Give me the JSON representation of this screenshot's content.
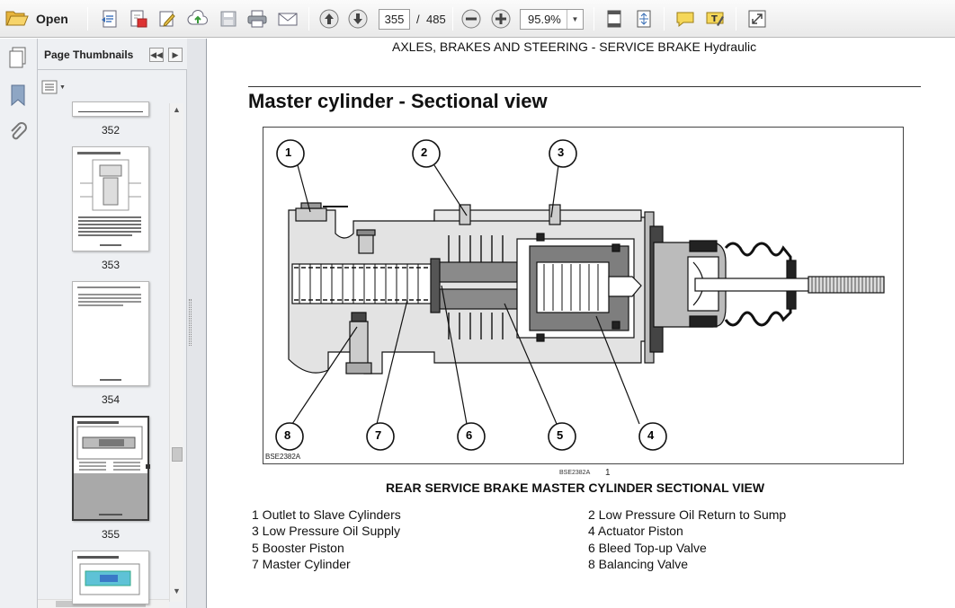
{
  "toolbar": {
    "open_label": "Open",
    "page_current": "355",
    "page_sep": "/",
    "page_total": "485",
    "zoom": "95.9%",
    "icons": [
      "folder-open-icon",
      "create-pdf-icon",
      "export-icon",
      "sign-icon",
      "upload-icon",
      "save-icon",
      "print-icon",
      "email-icon",
      "previous-page-icon",
      "next-page-icon",
      "zoom-out-icon",
      "zoom-in-icon",
      "fit-page-icon",
      "scroll-mode-icon",
      "comment-icon",
      "highlight-icon",
      "fullscreen-icon"
    ]
  },
  "panel": {
    "title": "Page Thumbnails",
    "thumbnails": [
      {
        "label": "352"
      },
      {
        "label": "353"
      },
      {
        "label": "354"
      },
      {
        "label": "355",
        "selected": true
      }
    ]
  },
  "document": {
    "header": "AXLES, BRAKES AND STEERING - SERVICE BRAKE Hydraulic",
    "title": "Master cylinder - Sectional view",
    "figure_code": "BSE2382A",
    "figure_code_small": "BSE2382A",
    "figure_number": "1",
    "callouts": [
      "1",
      "2",
      "3",
      "4",
      "5",
      "6",
      "7",
      "8"
    ],
    "caption": "REAR SERVICE BRAKE MASTER CYLINDER SECTIONAL VIEW",
    "legend": [
      "1 Outlet to Slave Cylinders",
      "2 Low Pressure Oil Return to Sump",
      "3 Low Pressure Oil Supply",
      "4 Actuator Piston",
      "5 Booster Piston",
      "6 Bleed Top-up Valve",
      "7 Master Cylinder",
      "8 Balancing Valve"
    ]
  }
}
